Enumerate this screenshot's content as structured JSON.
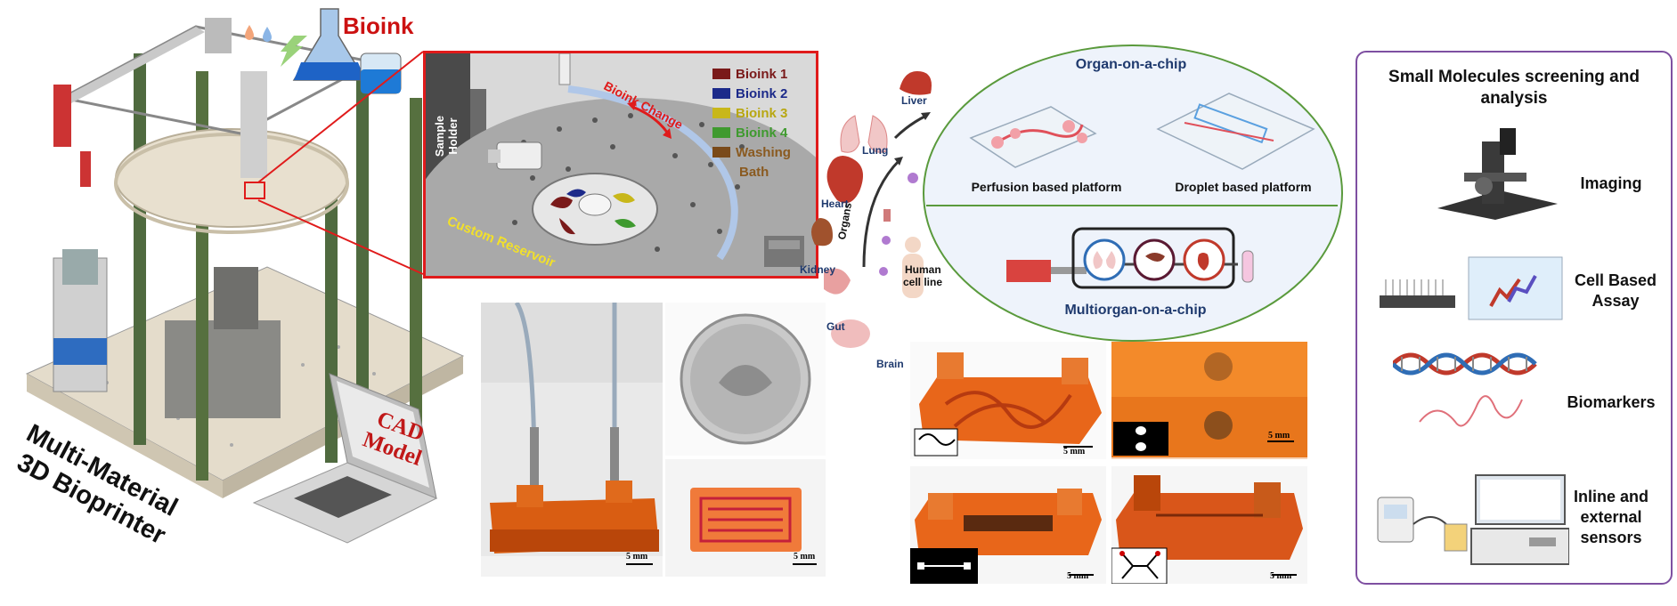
{
  "printer": {
    "title_line1": "Multi-Material",
    "title_line2": "3D Bioprinter",
    "bioink_label": "Bioink",
    "laptop_label_line1": "CAD",
    "laptop_label_line2": "Model"
  },
  "zoom": {
    "sample_holder_line1": "Sample",
    "sample_holder_line2": "Holder",
    "bioink_change": "Bioink Change",
    "custom_reservoir": "Custom Reservoir",
    "legend": [
      {
        "label": "Bioink 1",
        "color": "#7a1a1a",
        "text_color": "#7a1a1a"
      },
      {
        "label": "Bioink 2",
        "color": "#1c2a8a",
        "text_color": "#1c2a8a"
      },
      {
        "label": "Bioink 3",
        "color": "#c8b71a",
        "text_color": "#b8a712"
      },
      {
        "label": "Bioink 4",
        "color": "#3f9a2f",
        "text_color": "#3f9a2f"
      },
      {
        "label": "Washing",
        "color": "#7a4a1a",
        "text_color": "#8a5a20"
      }
    ],
    "legend_bath": "Bath"
  },
  "chips": {
    "scale_label": "5 mm"
  },
  "organs": {
    "liver": "Liver",
    "lung": "Lung",
    "heart": "Heart",
    "kidney": "Kidney",
    "gut": "Gut",
    "brain": "Brain",
    "organs_label": "Organs",
    "human_line1": "Human",
    "human_line2": "cell line"
  },
  "ooc": {
    "title": "Organ-on-a-chip",
    "perfusion": "Perfusion based platform",
    "droplet": "Droplet based platform",
    "multiorgan": "Multiorgan-on-a-chip"
  },
  "right_panel": {
    "title_line1": "Small Molecules screening and",
    "title_line2": "analysis",
    "imaging": "Imaging",
    "cell_line1": "Cell Based",
    "cell_line2": "Assay",
    "biomarkers": "Biomarkers",
    "sensors_line1": "Inline and",
    "sensors_line2": "external",
    "sensors_line3": "sensors"
  },
  "colors": {
    "accent_red": "#e01b1b",
    "chip_orange": "#e8661a",
    "panel_purple": "#7e4fa1",
    "ellipse_green": "#5a9a3c"
  }
}
